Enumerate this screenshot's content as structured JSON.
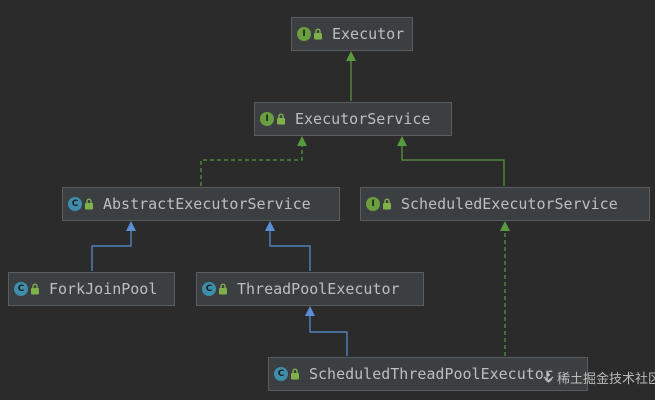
{
  "diagram": {
    "nodes": [
      {
        "name": "Executor",
        "kind": "interface",
        "badge": "I"
      },
      {
        "name": "ExecutorService",
        "kind": "interface",
        "badge": "I"
      },
      {
        "name": "AbstractExecutorService",
        "kind": "class",
        "badge": "C"
      },
      {
        "name": "ScheduledExecutorService",
        "kind": "interface",
        "badge": "I"
      },
      {
        "name": "ForkJoinPool",
        "kind": "class",
        "badge": "C"
      },
      {
        "name": "ThreadPoolExecutor",
        "kind": "class",
        "badge": "C"
      },
      {
        "name": "ScheduledThreadPoolExecutor",
        "kind": "class",
        "badge": "C"
      }
    ],
    "edges": [
      {
        "from": "ExecutorService",
        "to": "Executor",
        "type": "extends"
      },
      {
        "from": "AbstractExecutorService",
        "to": "ExecutorService",
        "type": "implements"
      },
      {
        "from": "ScheduledExecutorService",
        "to": "ExecutorService",
        "type": "extends"
      },
      {
        "from": "ForkJoinPool",
        "to": "AbstractExecutorService",
        "type": "extends"
      },
      {
        "from": "ThreadPoolExecutor",
        "to": "AbstractExecutorService",
        "type": "extends"
      },
      {
        "from": "ScheduledThreadPoolExecutor",
        "to": "ThreadPoolExecutor",
        "type": "extends"
      },
      {
        "from": "ScheduledThreadPoolExecutor",
        "to": "ScheduledExecutorService",
        "type": "implements"
      }
    ],
    "colors": {
      "background": "#2b2b2b",
      "interface_badge": "#6a9f3f",
      "class_badge": "#3e8eab",
      "interface_edge": "#5a9a3e",
      "class_edge": "#5a8fd6",
      "lock": "#7fb04a"
    }
  },
  "watermark": {
    "text": "稀土掘金技术社区"
  }
}
